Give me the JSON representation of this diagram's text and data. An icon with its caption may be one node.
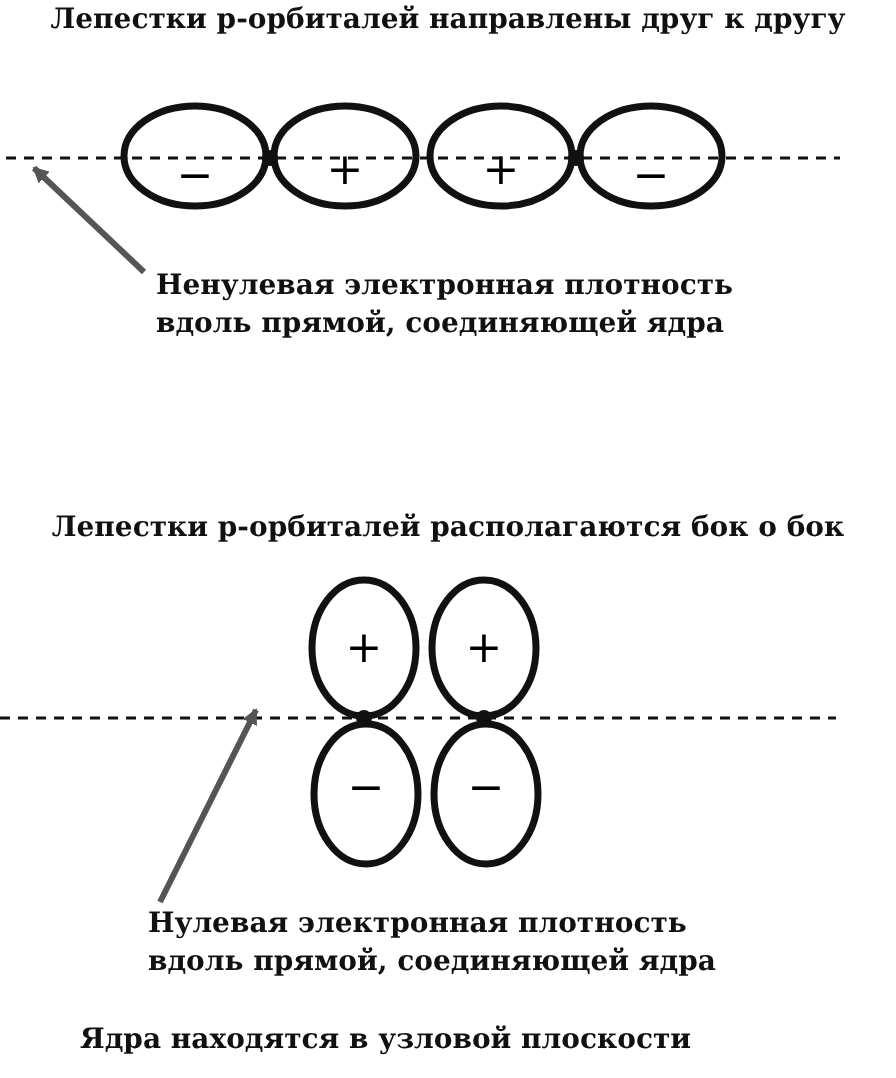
{
  "diagram": {
    "nodes": [
      {
        "text": [],
        "shape": "line"
      },
      {
        "text": [
          "−"
        ]
      },
      {
        "text": [
          "+"
        ]
      },
      {
        "text": [
          "+"
        ]
      },
      {
        "text": [
          "−"
        ]
      },
      {
        "text": [
          "Ненулевая электронная плотность вдоль прямой, соединяющей ядра"
        ]
      },
      {
        "text": [],
        "shape": "line"
      },
      {
        "text": [
          "+"
        ]
      },
      {
        "text": [
          "+"
        ]
      },
      {
        "text": [
          "−"
        ]
      },
      {
        "text": [
          "−"
        ]
      },
      {
        "text": [
          "Нулевая электронная плотность вдоль прямой, соединяющей ядра"
        ]
      }
    ],
    "edges": [
      {
        "from": 5,
        "to": 0,
        "arrow": "to"
      },
      {
        "from": 11,
        "to": 6,
        "arrow": "to"
      }
    ],
    "labels": [
      "Лепестки p-орбиталей направлены друг к другу",
      "Лепестки p-орбиталей располагаются бок о бок",
      "Ядра находятся в узловой плоскости"
    ]
  }
}
